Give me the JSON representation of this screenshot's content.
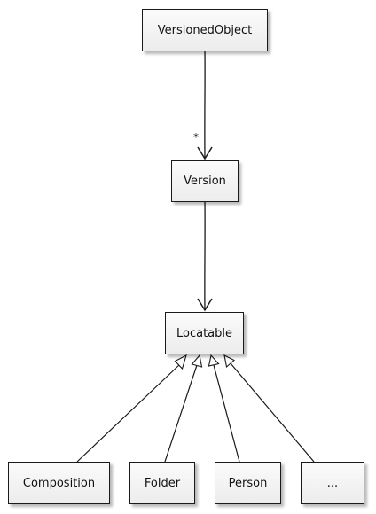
{
  "classes": {
    "versioned_object": "VersionedObject",
    "version": "Version",
    "locatable": "Locatable",
    "composition": "Composition",
    "folder": "Folder",
    "person": "Person",
    "more": "..."
  },
  "associations": {
    "versioned_to_version_multiplicity": "*"
  },
  "colors": {
    "line": "#1a1a1a",
    "box_fill_top": "#fbfbfb",
    "box_fill_bottom": "#ececec"
  }
}
